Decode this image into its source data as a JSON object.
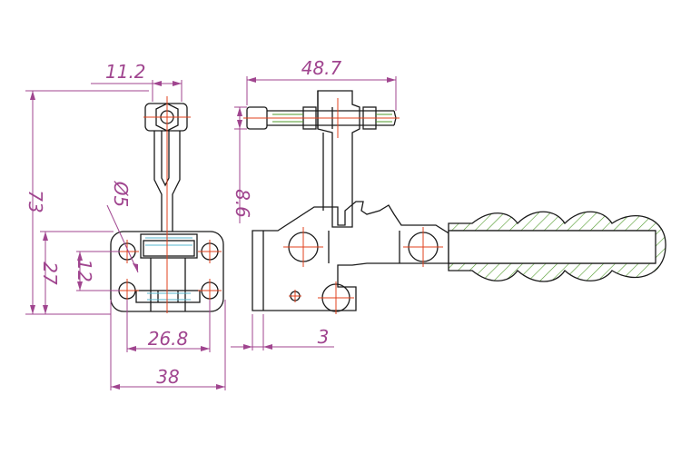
{
  "colors": {
    "outline": "#1a1a1a",
    "dimension": "#a0458f",
    "centerline": "#e0401c",
    "hatch": "#4f9a2a",
    "hidden": "#57b7cf",
    "background": "#ffffff"
  },
  "dimensions": {
    "width_top": "11.2",
    "height_total": "73",
    "hole_diameter": "Ø5",
    "height_base": "27",
    "hole_spacing_vertical": "12",
    "hole_spacing_horizontal": "26.8",
    "base_width": "38",
    "side_length": "48.7",
    "side_height": "8.6",
    "base_thickness": "3"
  }
}
